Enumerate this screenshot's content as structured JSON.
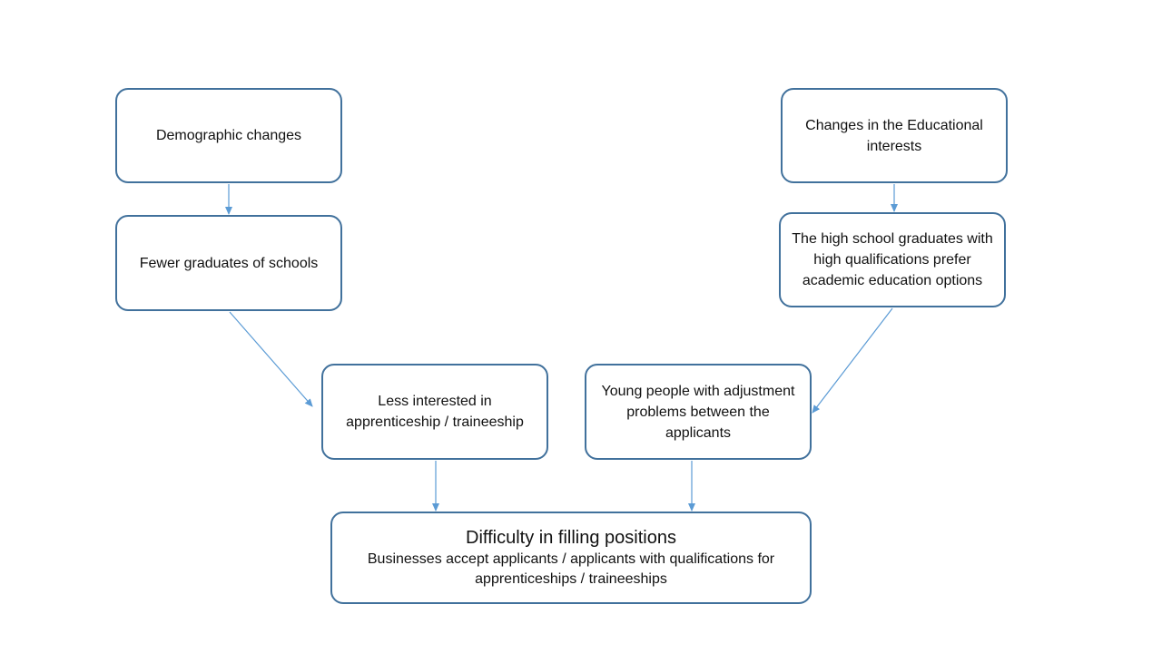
{
  "diagram": {
    "nodes": {
      "demographic": "Demographic changes",
      "fewer_graduates": "Fewer graduates of schools",
      "educational_changes": "Changes in the Educational interests",
      "high_school": "The high school graduates with high qualifications prefer academic education options",
      "less_interested": "Less interested in apprenticeship / traineeship",
      "young_people": "Young people with adjustment problems between the applicants",
      "difficulty_title": "Difficulty in filling positions",
      "difficulty_subtitle": "Businesses accept applicants / applicants with qualifications for apprenticeships / traineeships"
    },
    "edges": [
      {
        "from": "demographic",
        "to": "fewer_graduates"
      },
      {
        "from": "fewer_graduates",
        "to": "less_interested"
      },
      {
        "from": "educational_changes",
        "to": "high_school"
      },
      {
        "from": "high_school",
        "to": "young_people"
      },
      {
        "from": "less_interested",
        "to": "difficulty"
      },
      {
        "from": "young_people",
        "to": "difficulty"
      }
    ],
    "colors": {
      "box_border": "#41719c",
      "arrow": "#5b9bd5"
    }
  }
}
